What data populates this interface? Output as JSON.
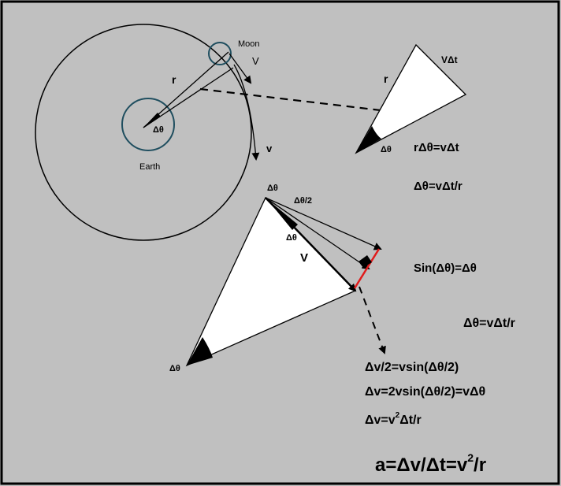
{
  "colors": {
    "background": "#c0c0c0",
    "frame": "#000000",
    "earth_circle": "#1f4e5f",
    "moon_circle": "#1f4e5f",
    "triangle_fill": "#ffffff",
    "red_segment": "#e01b1b"
  },
  "labels": {
    "moon": "Moon",
    "earth": "Earth",
    "r_orbit": "r",
    "v_top": "V",
    "v_lower": "v",
    "dtheta_center": "Δθ",
    "r_small": "r",
    "vdt": "VΔt",
    "dtheta_small": "Δθ",
    "dtheta_apex": "Δθ",
    "dtheta_half": "Δθ/2",
    "dtheta_inner": "Δθ",
    "v_big": "V",
    "dtheta_bottom": "Δθ"
  },
  "equations": {
    "eq1": "rΔθ=vΔt",
    "eq2": "Δθ=vΔt/r",
    "eq3": "Sin(Δθ)=Δθ",
    "eq4": "Δθ=vΔt/r",
    "eq5": "Δv/2=vsin(Δθ/2)",
    "eq6": "Δv=2vsin(Δθ/2)=vΔθ",
    "eq7_pre": "Δv=v",
    "eq7_sup": "2",
    "eq7_post": "Δt/r",
    "eq8_pre": "a=Δv/Δt=v",
    "eq8_sup": "2",
    "eq8_post": "/r"
  }
}
